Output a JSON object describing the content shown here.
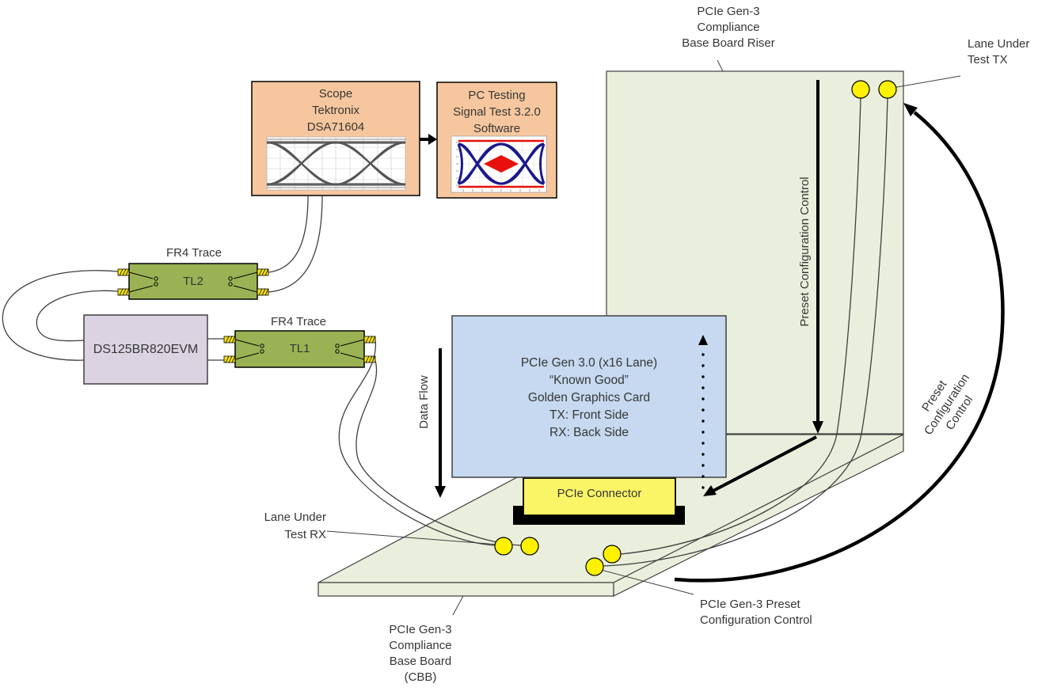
{
  "labels": {
    "riser": [
      "PCIe Gen-3",
      "Compliance",
      "Base Board Riser"
    ],
    "lane_tx": [
      "Lane Under",
      "Test TX"
    ],
    "lane_rx": [
      "Lane Under",
      "Test RX"
    ],
    "preset_cbb": [
      "PCIe Gen-3 Preset",
      "Configuration Control"
    ],
    "cbb": [
      "PCIe Gen-3",
      "Compliance",
      "Base Board",
      "(CBB)"
    ],
    "data_flow": "Data Flow",
    "preset_control_riser": "Preset Configuration Control",
    "preset_control_curved": [
      "Preset Configuration",
      "Control"
    ],
    "fr4_trace_tl2": "FR4 Trace",
    "fr4_trace_tl1": "FR4 Trace"
  },
  "boxes": {
    "scope": {
      "lines": [
        "Scope",
        "Tektronix",
        "DSA71604"
      ]
    },
    "pc": {
      "lines": [
        "PC Testing",
        "Signal Test 3.2.0",
        "Software"
      ]
    },
    "tl2": {
      "label": "TL2"
    },
    "tl1": {
      "label": "TL1"
    },
    "repeater": {
      "label": "DS125BR820EVM"
    },
    "graphics_card": {
      "lines": [
        "PCIe Gen 3.0 (x16 Lane)",
        "“Known Good”",
        "Golden Graphics Card",
        "TX: Front Side",
        "RX: Back Side"
      ]
    },
    "connector": {
      "label": "PCIe Connector"
    }
  },
  "colors": {
    "board_fill": "#E9EFDC",
    "trace_green": "#9BB254",
    "box_orange": "#F6C79E",
    "repeater_lavender": "#DBD3E2",
    "card_blue": "#C6D9F0",
    "connector_yellow": "#FAF467",
    "pad_yellow": "#F5E318",
    "test_point_yellow": "#FFF200",
    "wire_gray": "#404040",
    "eye_navy": "#1A1A8C",
    "eye_red": "#E8100C"
  }
}
